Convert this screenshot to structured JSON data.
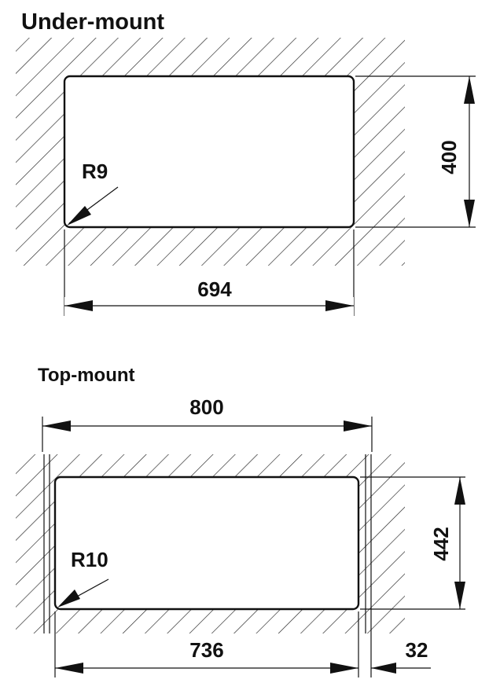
{
  "under_mount": {
    "title": "Under-mount",
    "width_label": "694",
    "depth_label": "400",
    "radius_label": "R9"
  },
  "top_mount": {
    "title": "Top-mount",
    "overall_width_label": "800",
    "inner_width_label": "736",
    "depth_label": "442",
    "rim_label": "32",
    "radius_label": "R10"
  },
  "colors": {
    "line": "#111111",
    "background": "#ffffff"
  }
}
